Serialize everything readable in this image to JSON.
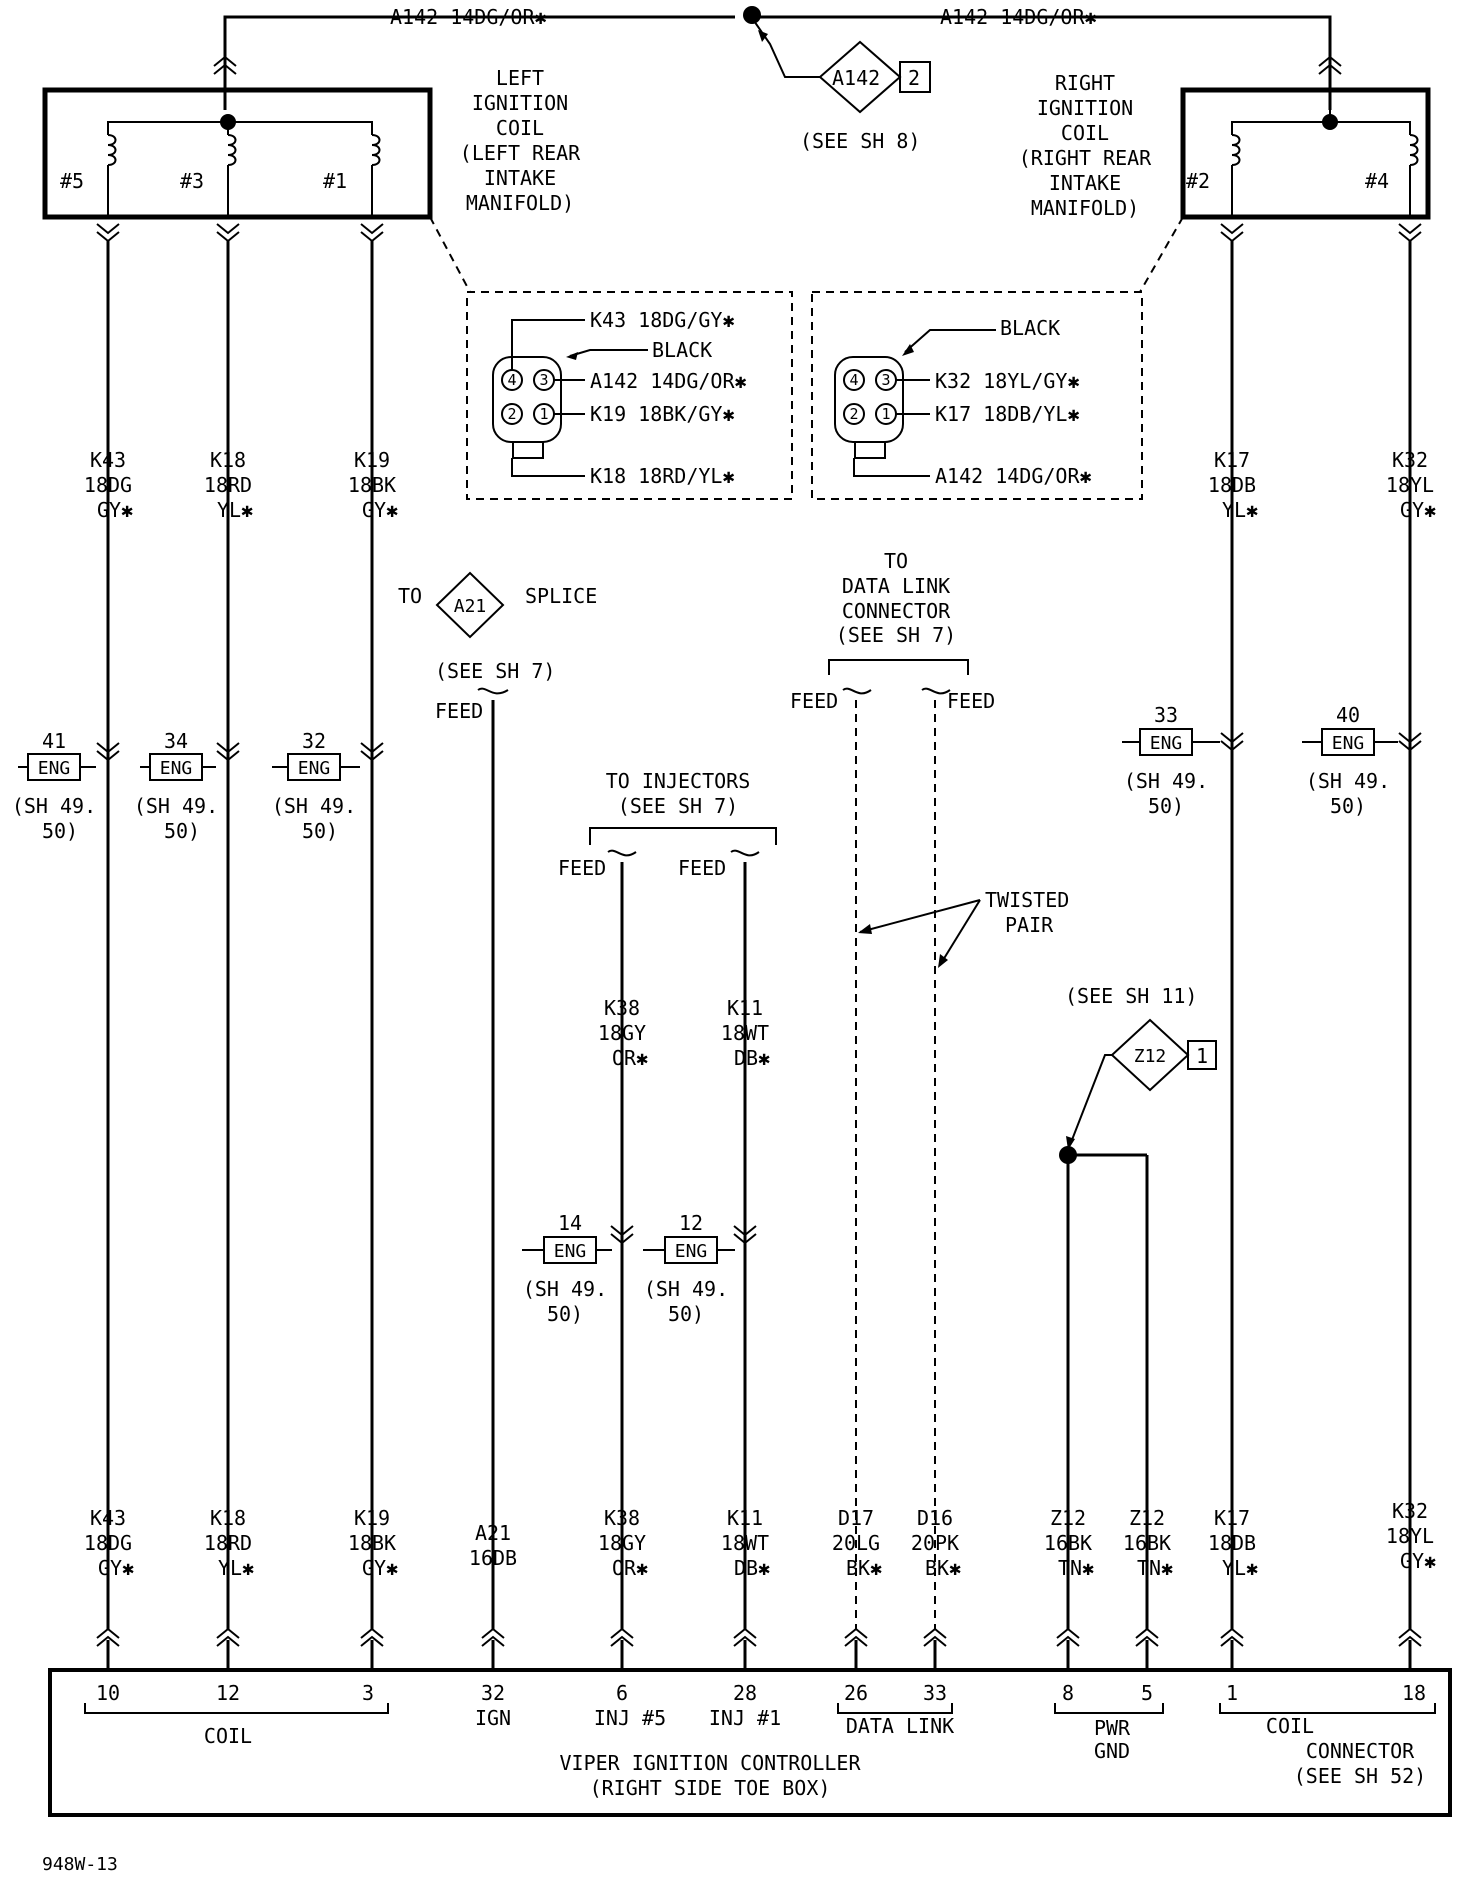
{
  "title": "",
  "top_wire": {
    "left_label": "A142 14DG/OR✱",
    "right_label": "A142 14DG/OR✱"
  },
  "a142_ref": {
    "id": "A142",
    "num": "2",
    "see": "(SEE SH 8)"
  },
  "left_coil": {
    "label_lines": [
      "LEFT",
      "IGNITION",
      "COIL",
      "(LEFT REAR",
      "INTAKE",
      "MANIFOLD)"
    ],
    "windings": [
      "#5",
      "#3",
      "#1"
    ]
  },
  "right_coil": {
    "label_lines": [
      "RIGHT",
      "IGNITION",
      "COIL",
      "(RIGHT REAR",
      "INTAKE",
      "MANIFOLD)"
    ],
    "windings": [
      "#2",
      "#4"
    ]
  },
  "left_connector": {
    "color": "BLACK",
    "pins": [
      "4",
      "3",
      "2",
      "1"
    ],
    "leads": [
      "K43 18DG/GY✱",
      "A142 14DG/OR✱",
      "K19 18BK/GY✱",
      "K18 18RD/YL✱"
    ]
  },
  "right_connector": {
    "color": "BLACK",
    "pins": [
      "4",
      "3",
      "2",
      "1"
    ],
    "leads": [
      "K32 18YL/GY✱",
      "K17 18DB/YL✱",
      "A142 14DG/OR✱"
    ]
  },
  "wires_upper": [
    [
      "K43",
      "18DG",
      "GY✱"
    ],
    [
      "K18",
      "18RD",
      "YL✱"
    ],
    [
      "K19",
      "18BK",
      "GY✱"
    ],
    [
      "K17",
      "18DB",
      "YL✱"
    ],
    [
      "K32",
      "18YL",
      "GY✱"
    ]
  ],
  "eng_refs": [
    {
      "num": "41",
      "label": "ENG",
      "sh": [
        "(SH 49.",
        "50)"
      ]
    },
    {
      "num": "34",
      "label": "ENG",
      "sh": [
        "(SH 49.",
        "50)"
      ]
    },
    {
      "num": "32",
      "label": "ENG",
      "sh": [
        "(SH 49.",
        "50)"
      ]
    },
    {
      "num": "33",
      "label": "ENG",
      "sh": [
        "(SH 49.",
        "50)"
      ]
    },
    {
      "num": "40",
      "label": "ENG",
      "sh": [
        "(SH 49.",
        "50)"
      ]
    },
    {
      "num": "14",
      "label": "ENG",
      "sh": [
        "(SH 49.",
        "50)"
      ]
    },
    {
      "num": "12",
      "label": "ENG",
      "sh": [
        "(SH 49.",
        "50)"
      ]
    }
  ],
  "a21_splice": {
    "to": "TO",
    "id": "A21",
    "splice": "SPLICE",
    "see": "(SEE SH 7)",
    "feed": "FEED"
  },
  "dlc": {
    "lines": [
      "TO",
      "DATA LINK",
      "CONNECTOR",
      "(SEE SH 7)"
    ],
    "feed_left": "FEED",
    "feed_right": "FEED"
  },
  "twisted_pair": [
    "TWISTED",
    "PAIR"
  ],
  "injectors": {
    "lines": [
      "TO INJECTORS",
      "(SEE SH 7)"
    ],
    "feed_left": "FEED",
    "feed_right": "FEED"
  },
  "injector_wires": [
    [
      "K38",
      "18GY",
      "OR✱"
    ],
    [
      "K11",
      "18WT",
      "DB✱"
    ]
  ],
  "z12_ref": {
    "id": "Z12",
    "num": "1",
    "see": "(SEE SH 11)"
  },
  "wires_lower": [
    [
      "K43",
      "18DG",
      "GY✱"
    ],
    [
      "K18",
      "18RD",
      "YL✱"
    ],
    [
      "K19",
      "18BK",
      "GY✱"
    ],
    [
      "A21",
      "16DB",
      ""
    ],
    [
      "K38",
      "18GY",
      "OR✱"
    ],
    [
      "K11",
      "18WT",
      "DB✱"
    ],
    [
      "D17",
      "20LG",
      "BK✱"
    ],
    [
      "D16",
      "20PK",
      "BK✱"
    ],
    [
      "Z12",
      "16BK",
      "TN✱"
    ],
    [
      "Z12",
      "16BK",
      "TN✱"
    ],
    [
      "K17",
      "18DB",
      "YL✱"
    ],
    [
      "K32",
      "18YL",
      "GY✱"
    ]
  ],
  "controller": {
    "pins": [
      "10",
      "12",
      "3",
      "32",
      "6",
      "28",
      "26",
      "33",
      "8",
      "5",
      "1",
      "18"
    ],
    "pin_labels": [
      "IGN",
      "INJ #5",
      "INJ #1"
    ],
    "groups": {
      "coil": "COIL",
      "data_link": "DATA LINK",
      "pwr_gnd": [
        "PWR",
        "GND"
      ],
      "coil_conn": [
        "COIL",
        "CONNECTOR",
        "(SEE SH 52)"
      ]
    },
    "name_lines": [
      "VIPER IGNITION CONTROLLER",
      "(RIGHT SIDE TOE BOX)"
    ]
  },
  "footer_code": "948W-13"
}
